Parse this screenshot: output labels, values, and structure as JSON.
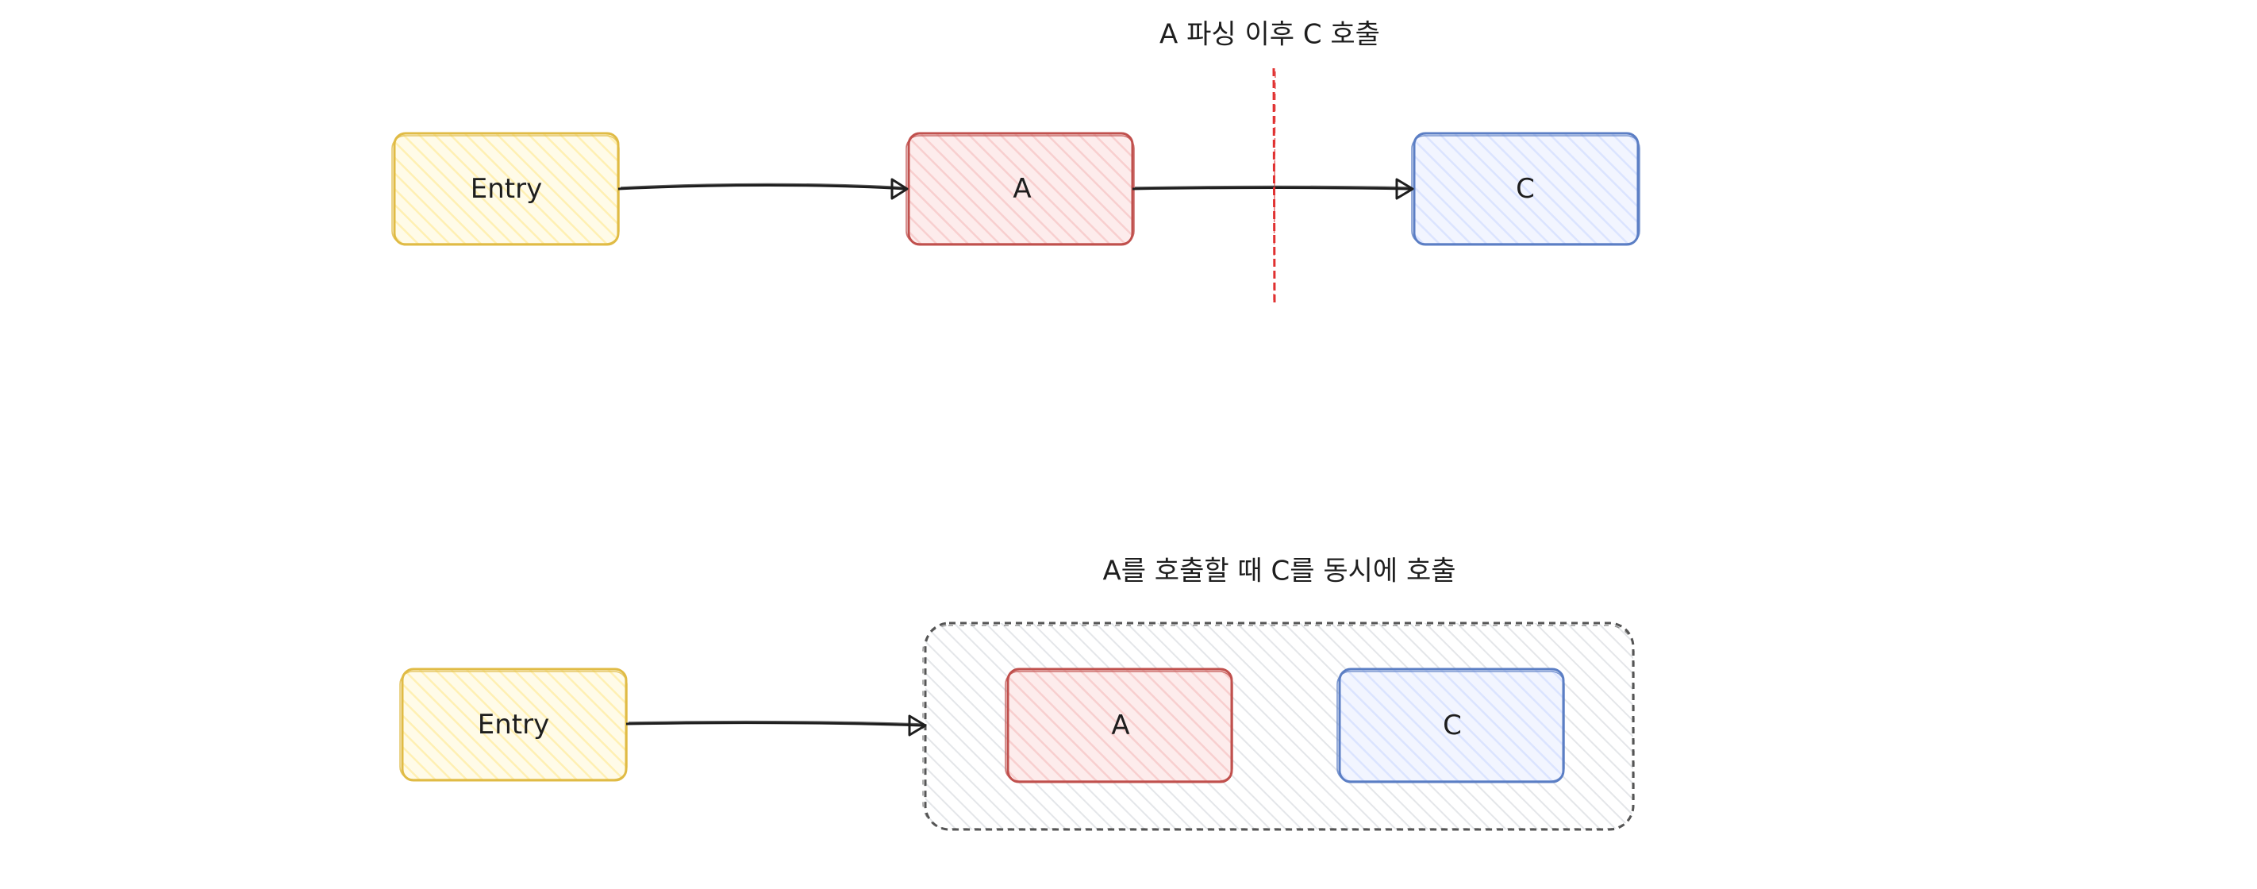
{
  "top_row": {
    "caption": "A 파싱 이후 C 호출",
    "entry_label": "Entry",
    "a_label": "A",
    "c_label": "C"
  },
  "bottom_row": {
    "caption": "A를 호출할 때 C를 동시에 호출",
    "entry_label": "Entry",
    "a_label": "A",
    "c_label": "C"
  },
  "colors": {
    "entry_fill": "#fff3bf",
    "entry_stroke": "#e0bb45",
    "a_fill": "#ffc9c9",
    "a_stroke": "#c0504d",
    "c_fill": "#dbe4ff",
    "c_stroke": "#5b7ec4",
    "group_fill": "#e9ecef",
    "group_stroke": "#555555",
    "divider": "#e03131",
    "arrow": "#1e1e1e"
  }
}
